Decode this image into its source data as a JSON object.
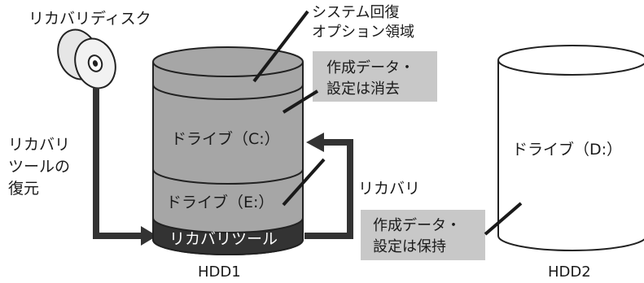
{
  "recovery_disc": {
    "label": "リカバリディスク"
  },
  "restore_note": {
    "lines": [
      "リカバリ",
      "ツールの",
      "復元"
    ]
  },
  "system_partition_note": {
    "lines": [
      "システム回復",
      "オプション領域"
    ]
  },
  "erased_note": {
    "lines": [
      "作成データ・",
      "設定は消去"
    ]
  },
  "recovery_arrow": {
    "label": "リカバリ"
  },
  "hdd1": {
    "label": "HDD1",
    "drive_c": "ドライブ（C:）",
    "drive_e": "ドライブ（E:）",
    "recovery_tool": "リカバリツール"
  },
  "hdd2": {
    "label": "HDD2",
    "drive_d": "ドライブ（D:）"
  },
  "kept_note": {
    "lines": [
      "作成データ・",
      "設定は保持"
    ]
  },
  "colors": {
    "cylinder_gray": "#a6a6a6",
    "cylinder_dark": "#333333",
    "callout_bg": "#c8c8c8",
    "line": "#1a1a1a"
  }
}
